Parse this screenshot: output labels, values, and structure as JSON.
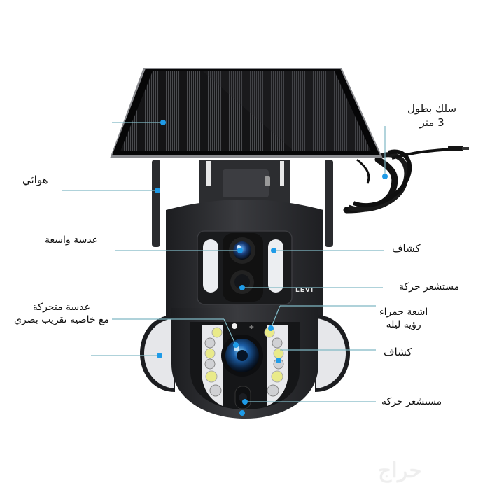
{
  "product": {
    "brand_mark": "LEVI",
    "subject": "solar-powered dual-lens PTZ security camera"
  },
  "callouts": {
    "cable": {
      "line1": "سلك بطول",
      "line2": "3 متر"
    },
    "antenna": {
      "text": "هوائي"
    },
    "wide_lens": {
      "text": "عدسة واسعة"
    },
    "spotlight_top": {
      "text": "كشاف"
    },
    "motion_sensor_top": {
      "text": "مستشعر حركة"
    },
    "ptz_lens": {
      "line1": "عدسة متحركة",
      "line2": "مع خاصية تقريب بصري"
    },
    "infrared": {
      "line1": "اشعة حمراء",
      "line2": "رؤية ليلة"
    },
    "spotlight_bottom": {
      "text": "كشاف"
    },
    "motion_sensor_bottom": {
      "text": "مستشعر حركة"
    }
  },
  "colors": {
    "leader_line": "#7fb8c4",
    "dot": "#1e9be8",
    "body": "#2b2c2f",
    "panel": "#121315",
    "lens_blue": "#1c5fa8",
    "led_yellow": "#e9ea8a",
    "light_panel": "#e6e7ea"
  },
  "watermark": {
    "text": "حراج"
  }
}
